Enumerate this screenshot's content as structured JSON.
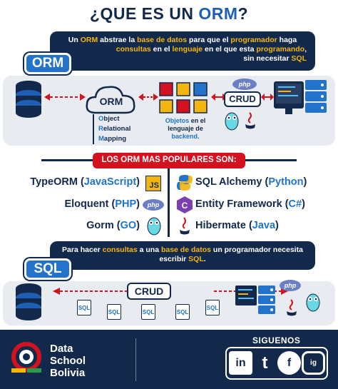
{
  "title": {
    "prefix": "¿QUE ES UN ",
    "highlight": "ORM",
    "suffix": "?"
  },
  "orm_banner": {
    "line1_a": "Un ",
    "line1_b": "ORM",
    "line1_c": " abstrae la ",
    "line1_d": "base de datos",
    "line1_e": " para que el ",
    "line1_f": "programador",
    "line1_g": " haga",
    "line2_a": "consultas",
    "line2_b": " en el ",
    "line2_c": "lenguaje",
    "line2_d": " en el que esta ",
    "line2_e": "programando",
    "line2_f": ",",
    "line3": "sin necesitar ",
    "line3_hl": "SQL"
  },
  "orm_label": "ORM",
  "orm_diagram": {
    "cloud_label": "ORM",
    "o_letter": "O",
    "o_word": "bject",
    "r_letter": "R",
    "r_word": "elational",
    "m_letter": "M",
    "m_word": "apping",
    "objects_caption_a": "Objetos",
    "objects_caption_b": " en el lenguaje de ",
    "objects_caption_c": "backend.",
    "crud": "CRUD",
    "php": "php"
  },
  "popular": {
    "heading": "LOS ORM MAS POPULARES SON:",
    "left": [
      {
        "name": "TypeORM",
        "lang": "JavaScript",
        "icon": "JS"
      },
      {
        "name": "Eloquent",
        "lang": "PHP",
        "icon": "php"
      },
      {
        "name": "Gorm",
        "lang": "GO",
        "icon": "gopher"
      }
    ],
    "right": [
      {
        "name": "SQL Alchemy",
        "lang": "Python",
        "icon": "python"
      },
      {
        "name": "Entity Framework",
        "lang": "C#",
        "icon": "C"
      },
      {
        "name": "Hibermate",
        "lang": "Java",
        "icon": "java"
      }
    ]
  },
  "sql_banner": {
    "line1_a": "Para hacer ",
    "line1_b": "consultas",
    "line1_c": " a una ",
    "line1_d": "base de datos",
    "line1_e": " un programador necesita",
    "line2_a": "escribir ",
    "line2_b": "SQL",
    "line2_c": "."
  },
  "sql_label": "SQL",
  "sql_diagram": {
    "crud": "CRUD",
    "file_label": "SQL",
    "php": "php"
  },
  "footer": {
    "brand_line1": "Data",
    "brand_line2": "School",
    "brand_line3": "Bolivia",
    "follow": "SIGUENOS",
    "social": [
      "in",
      "t",
      "f",
      "ig"
    ]
  },
  "colors": {
    "navy": "#13294b",
    "blue": "#2273c9",
    "red": "#d4121f",
    "yellow": "#f5b50f"
  }
}
